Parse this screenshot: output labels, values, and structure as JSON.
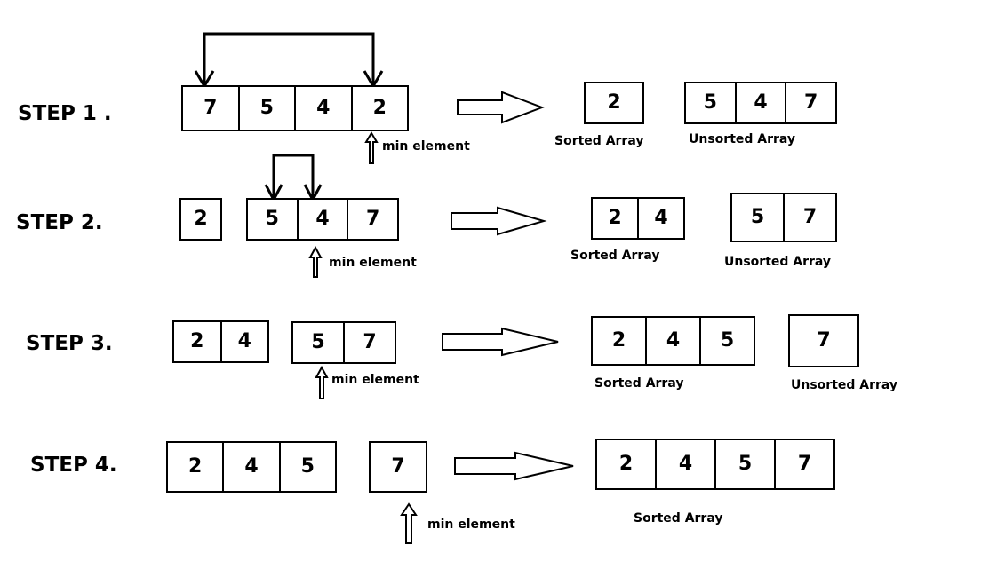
{
  "diagram": {
    "steps": [
      {
        "label": "STEP 1 .",
        "before": [
          [
            "7",
            "5",
            "4",
            "2"
          ]
        ],
        "min_label": "min element",
        "sorted": [
          "2"
        ],
        "sorted_caption": "Sorted Array",
        "unsorted": [
          "5",
          "4",
          "7"
        ],
        "unsorted_caption": "Unsorted Array"
      },
      {
        "label": "STEP 2.",
        "before": [
          [
            "2"
          ],
          [
            "5",
            "4",
            "7"
          ]
        ],
        "min_label": "min element",
        "sorted": [
          "2",
          "4"
        ],
        "sorted_caption": "Sorted Array",
        "unsorted": [
          "5",
          "7"
        ],
        "unsorted_caption": "Unsorted Array"
      },
      {
        "label": "STEP 3.",
        "before": [
          [
            "2",
            "4"
          ],
          [
            "5",
            "7"
          ]
        ],
        "min_label": "min element",
        "sorted": [
          "2",
          "4",
          "5"
        ],
        "sorted_caption": "Sorted Array",
        "unsorted": [
          "7"
        ],
        "unsorted_caption": "Unsorted Array"
      },
      {
        "label": "STEP 4.",
        "before": [
          [
            "2",
            "4",
            "5"
          ],
          [
            "7"
          ]
        ],
        "min_label": "min element",
        "sorted": [
          "2",
          "4",
          "5",
          "7"
        ],
        "sorted_caption": "Sorted Array"
      }
    ]
  }
}
